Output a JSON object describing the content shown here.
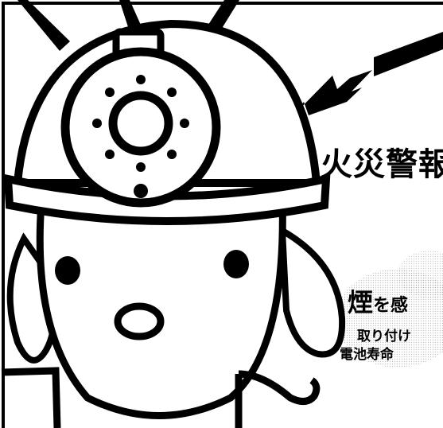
{
  "headline": "火災警報",
  "callout": {
    "keyword": "煙",
    "rest": "を感"
  },
  "note_line1": "取り付け",
  "note_line2": "電池寿命",
  "colors": {
    "ink": "#000000",
    "background": "#ffffff",
    "halftone": "#c8c8c8"
  },
  "icons": [
    "lightning-bolt-icon",
    "smoke-detector-icon"
  ]
}
